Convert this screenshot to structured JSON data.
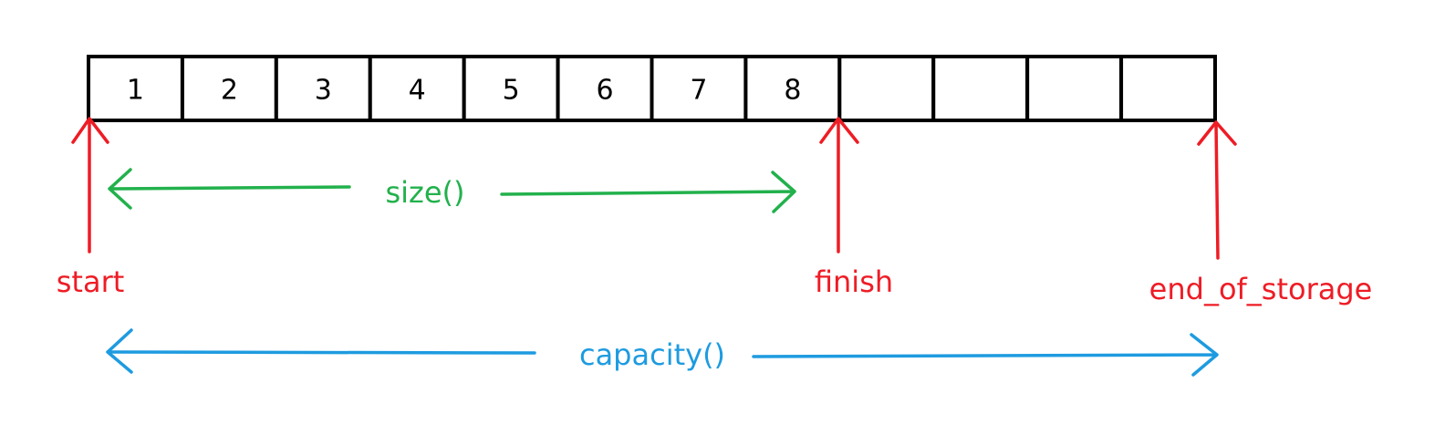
{
  "cells": [
    "1",
    "2",
    "3",
    "4",
    "5",
    "6",
    "7",
    "8",
    "",
    "",
    "",
    ""
  ],
  "pointers": {
    "start": "start",
    "finish": "finish",
    "end_of_storage": "end_of_storage"
  },
  "ranges": {
    "size": "size()",
    "capacity": "capacity()"
  },
  "colors": {
    "cell_border": "#000000",
    "pointer": "#ee1c25",
    "size": "#22b14c",
    "capacity": "#1e9be0"
  }
}
